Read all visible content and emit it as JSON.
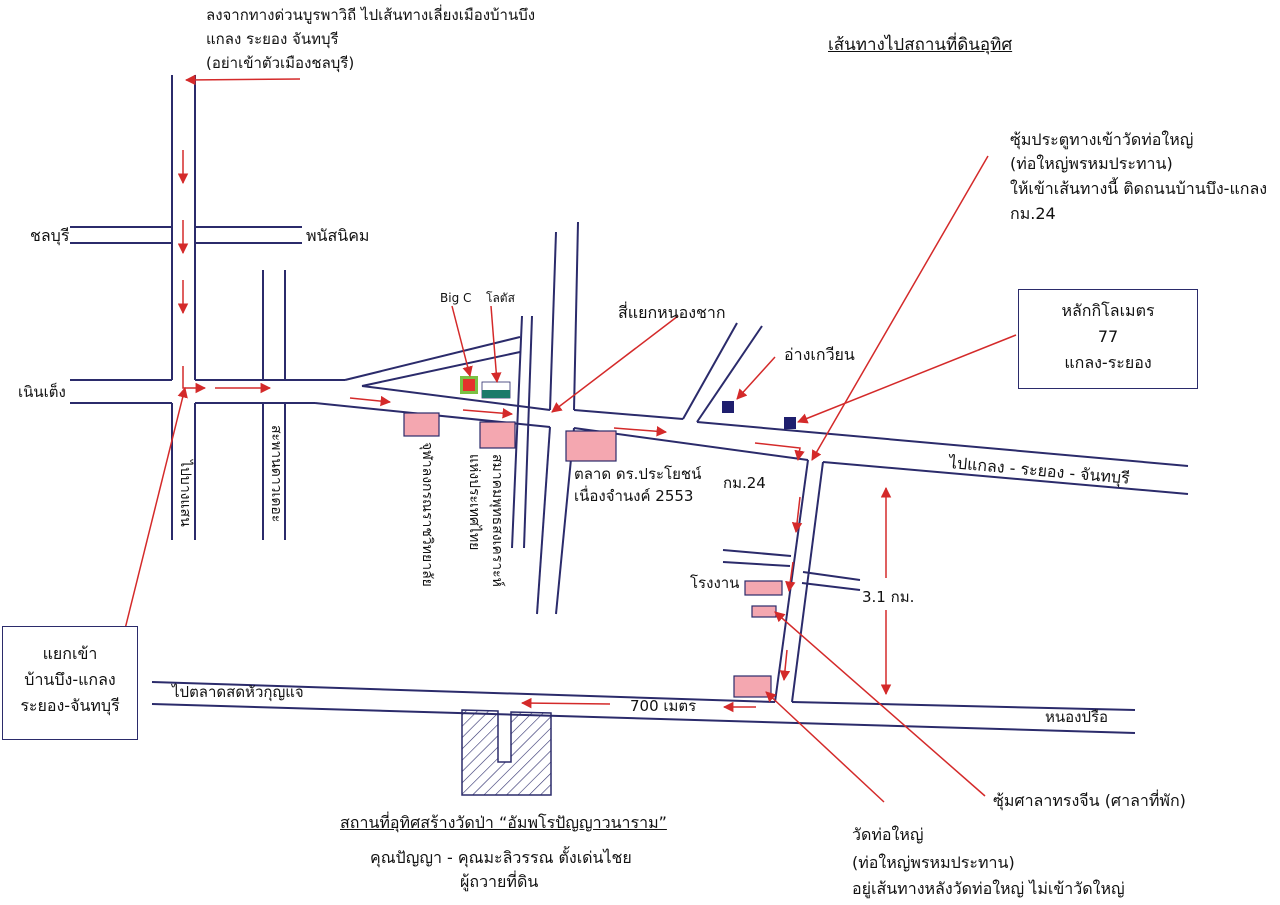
{
  "title": "เส้นทางไปสถานที่ดินอุทิศ",
  "colors": {
    "road": "#2b2b6b",
    "arrow": "#d42a2a",
    "building": "#f4a7b0",
    "landmark": "#1f1f6e"
  },
  "top_note": {
    "line1": "ลงจากทางด่วนบูรพาวิถี ไปเส้นทางเลี่ยงเมืองบ้านบึง",
    "line2": "แกลง ระยอง จันทบุรี",
    "line3": "(อย่าเข้าตัวเมืองชลบุรี)"
  },
  "places": {
    "chonburi": "ชลบุรี",
    "phanat_nikhom": "พนัสนิคม",
    "noen_toeng": "เนินเต็ง",
    "to_bang_saen": "ไปบางแสน",
    "saphan_dao": "สะพานดาวเดอะ",
    "big_c": "Big C",
    "lotus": "โลตัส",
    "nong_khak": "สี่แยกหนองชาก",
    "ang_kwian": "อ่างเกวียน",
    "to_klaeng": "ไปแกลง - ระยอง - จันทบุรี",
    "km24": "กม.24",
    "distance_31": "3.1 กม.",
    "factory": "โรงงาน",
    "to_market": "ไปตลาดสดหัวกุญแจ",
    "distance_700": "700  เมตร",
    "nong_prue": "หนองปรือ",
    "school_1": "จุฬาลงกรณราชวิทยาลัย",
    "school_2": "แห่งประเทศไทย",
    "school_3": "สมาคมพุทธสงเคราะห์",
    "market_line1": "ตลาด ดร.ประโยชน์",
    "market_line2": "เนื่องจำนงค์ 2553"
  },
  "gate_note": {
    "line1": "ซุ้มประตูทางเข้าวัดท่อใหญ่",
    "line2": "(ท่อใหญ่พรหมประทาน)",
    "line3": "ให้เข้าเส้นทางนี้ ติดถนนบ้านบึง-แกลง",
    "line4": "กม.24"
  },
  "km_box": {
    "line1": "หลักกิโลเมตร",
    "line2": "77",
    "line3": "แกลง-ระยอง"
  },
  "junction_box": {
    "line1": "แยกเข้า",
    "line2": "บ้านบึง-แกลง",
    "line3": "ระยอง-จันทบุรี"
  },
  "site": {
    "title": "สถานที่อุทิศสร้างวัดป่า “อัมพโรปัญญาวนาราม”",
    "donors": "คุณปัญญา - คุณมะลิวรรณ  ตั้งเด่นไชย",
    "role": "ผู้ถวายที่ดิน"
  },
  "pavilion_note": "ซุ้มศาลาทรงจีน (ศาลาที่พัก)",
  "temple_note": {
    "line1": "วัดท่อใหญ่",
    "line2": "(ท่อใหญ่พรหมประทาน)",
    "line3": "อยู่เส้นทางหลังวัดท่อใหญ่ ไม่เข้าวัดใหญ่"
  }
}
